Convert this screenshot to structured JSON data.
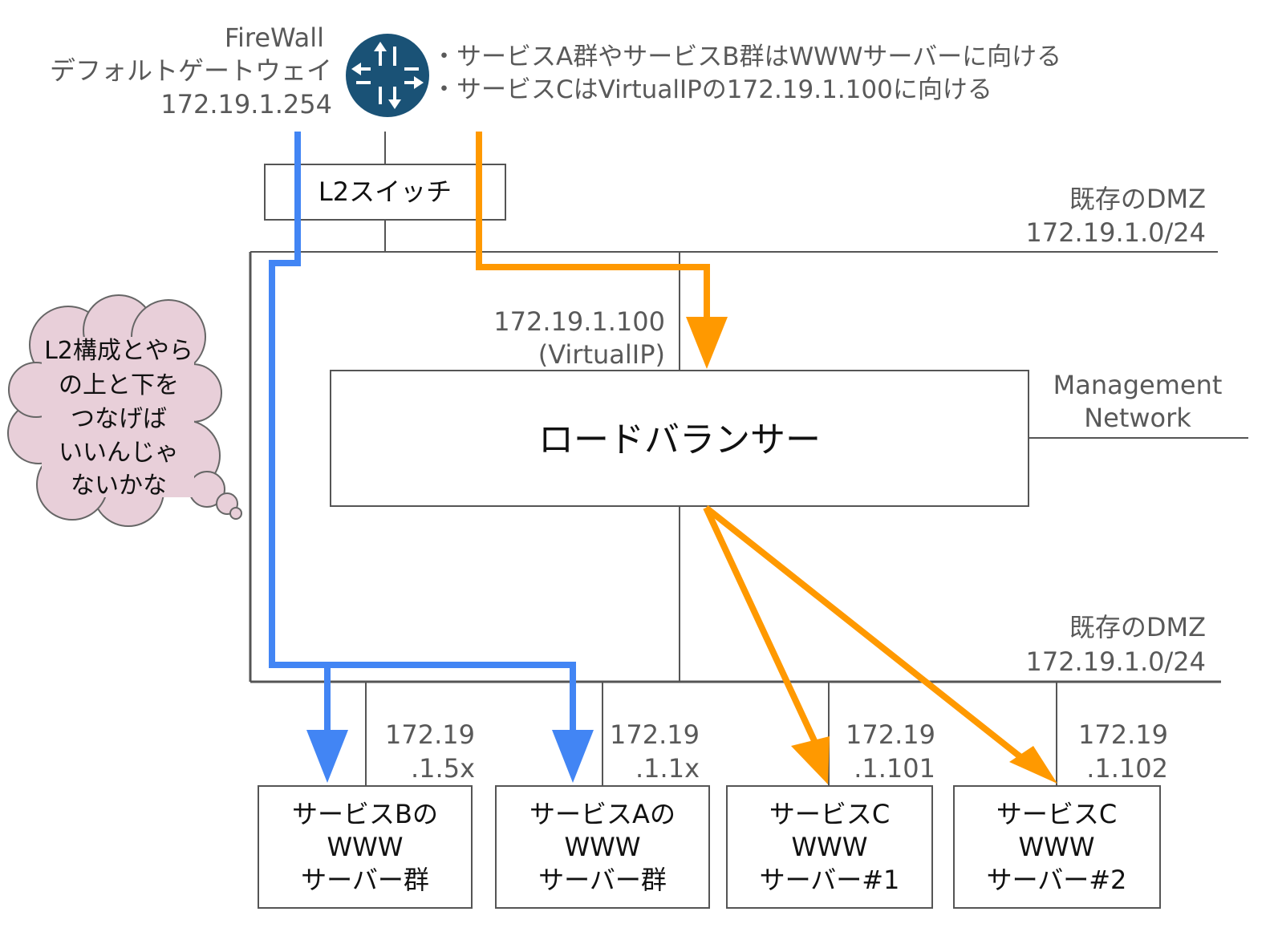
{
  "firewall": {
    "name": "FireWall",
    "role": "デフォルトゲートウェイ",
    "ip": "172.19.1.254",
    "icon": "router-icon"
  },
  "notes": [
    "・サービスA群やサービスB群はWWWサーバーに向ける",
    "・サービスCはVirtualIPの172.19.1.100に向ける"
  ],
  "l2_switch": {
    "label": "L2スイッチ"
  },
  "dmz_upper": {
    "line1": "既存のDMZ",
    "line2": "172.19.1.0/24"
  },
  "dmz_lower": {
    "line1": "既存のDMZ",
    "line2": "172.19.1.0/24"
  },
  "virtual_ip": {
    "ip": "172.19.1.100",
    "label": "(VirtualIP)"
  },
  "load_balancer": {
    "label": "ロードバランサー"
  },
  "management": {
    "line1": "Management",
    "line2": "Network"
  },
  "thought_bubble": [
    "L2構成とやら",
    "の上と下を",
    "つなげば",
    "いいんじゃ",
    "ないかな"
  ],
  "servers": [
    {
      "ip1": "172.19",
      "ip2": ".1.5x",
      "lines": [
        "サービスBの",
        "WWW",
        "サーバー群"
      ]
    },
    {
      "ip1": "172.19",
      "ip2": ".1.1x",
      "lines": [
        "サービスAの",
        "WWW",
        "サーバー群"
      ]
    },
    {
      "ip1": "172.19",
      "ip2": ".1.101",
      "lines": [
        "サービスC",
        "WWW",
        "サーバー#1"
      ]
    },
    {
      "ip1": "172.19",
      "ip2": ".1.102",
      "lines": [
        "サービスC",
        "WWW",
        "サーバー#2"
      ]
    }
  ],
  "colors": {
    "blue_path": "#4285f4",
    "orange_path": "#ff9900",
    "router_fill": "#1a5276",
    "bubble_fill": "#e8cfd9",
    "bubble_stroke": "#666666"
  }
}
